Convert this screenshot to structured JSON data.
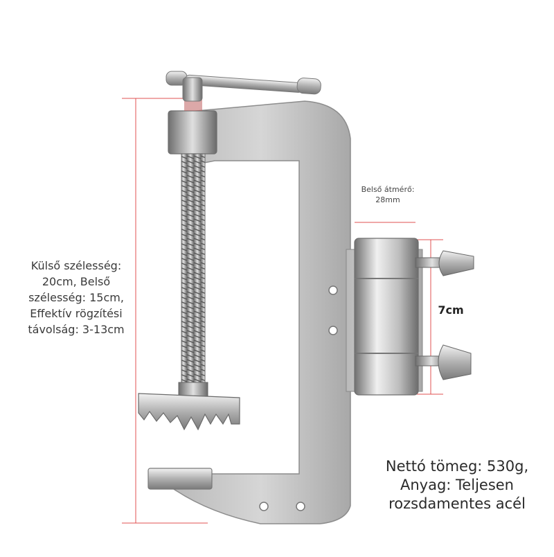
{
  "specs": {
    "outer_dimensions": "Külső szélesség: 20cm, Belső szélesség: 15cm, Effektív rögzítési távolság: 3-13cm",
    "inner_diameter": "Belső átmérő: 28mm",
    "tube_height": "7cm",
    "weight_material": "Nettó tömeg: 530g, Anyag: Teljesen rozsdamentes acél"
  },
  "colors": {
    "dimension_line": "#e05050",
    "steel_light": "#d8d8d8",
    "steel_dark": "#8a8a8a"
  }
}
